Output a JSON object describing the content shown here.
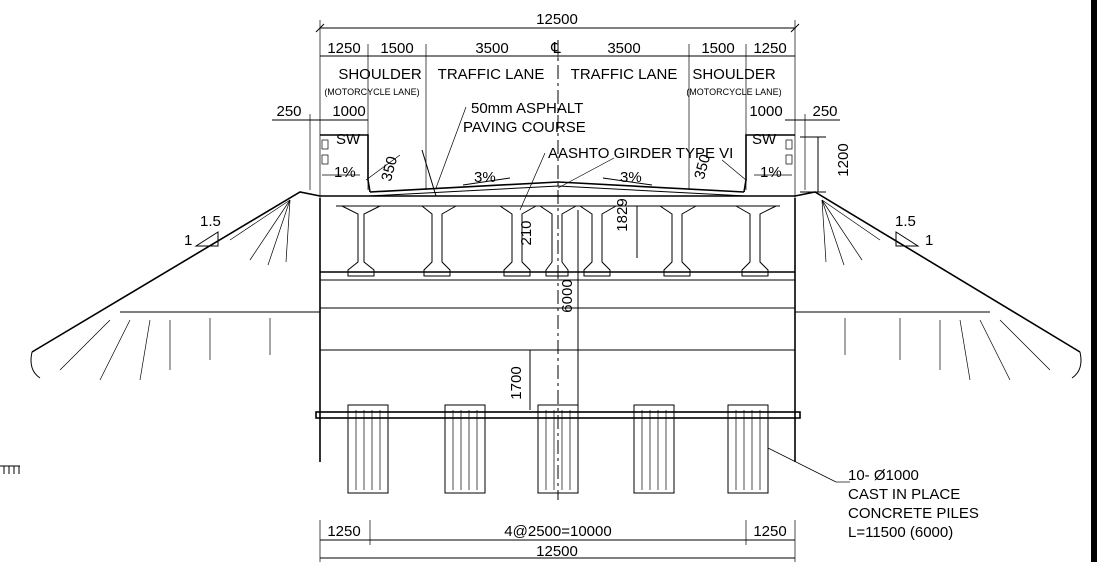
{
  "dimensions": {
    "top_total": "12500",
    "shoulder_left": "1250",
    "lane1_left": "1500",
    "lane2_left": "3500",
    "centerline": "℄",
    "lane2_right": "3500",
    "lane1_right": "1500",
    "shoulder_right": "1250",
    "sw_offset_left": "250",
    "sw_width_left": "1000",
    "sw_width_right": "1000",
    "sw_offset_right": "250",
    "sw_height": "1200",
    "curb_left": "350",
    "curb_right": "350",
    "slab_210": "210",
    "girder_depth": "1829",
    "pier_height": "6000",
    "footing_depth": "1700",
    "bottom_left": "1250",
    "pile_spacing": "4@2500=10000",
    "bottom_right": "1250",
    "bottom_total": "12500",
    "cross_slope_sw_left": "1%",
    "cross_slope_left": "3%",
    "cross_slope_right": "3%",
    "cross_slope_sw_right": "1%",
    "side_slope_left_h": "1.5",
    "side_slope_left_v": "1",
    "side_slope_right_h": "1.5",
    "side_slope_right_v": "1"
  },
  "labels": {
    "shoulder_left": "SHOULDER",
    "traffic_lane_left": "TRAFFIC LANE",
    "traffic_lane_right": "TRAFFIC LANE",
    "shoulder_right": "SHOULDER",
    "moto_left": "(MOTORCYCLE LANE)",
    "moto_right": "(MOTORCYCLE LANE)",
    "sw_left": "SW",
    "sw_right": "SW",
    "asphalt_1": "50mm ASPHALT",
    "asphalt_2": "PAVING COURSE",
    "girder": "AASHTO GIRDER TYPE VI",
    "piles_1": "10- Ø1000",
    "piles_2": "CAST IN PLACE",
    "piles_3": "CONCRETE PILES",
    "piles_4": "L=11500 (6000)"
  },
  "colors": {
    "line": "#000000",
    "background": "#ffffff"
  }
}
